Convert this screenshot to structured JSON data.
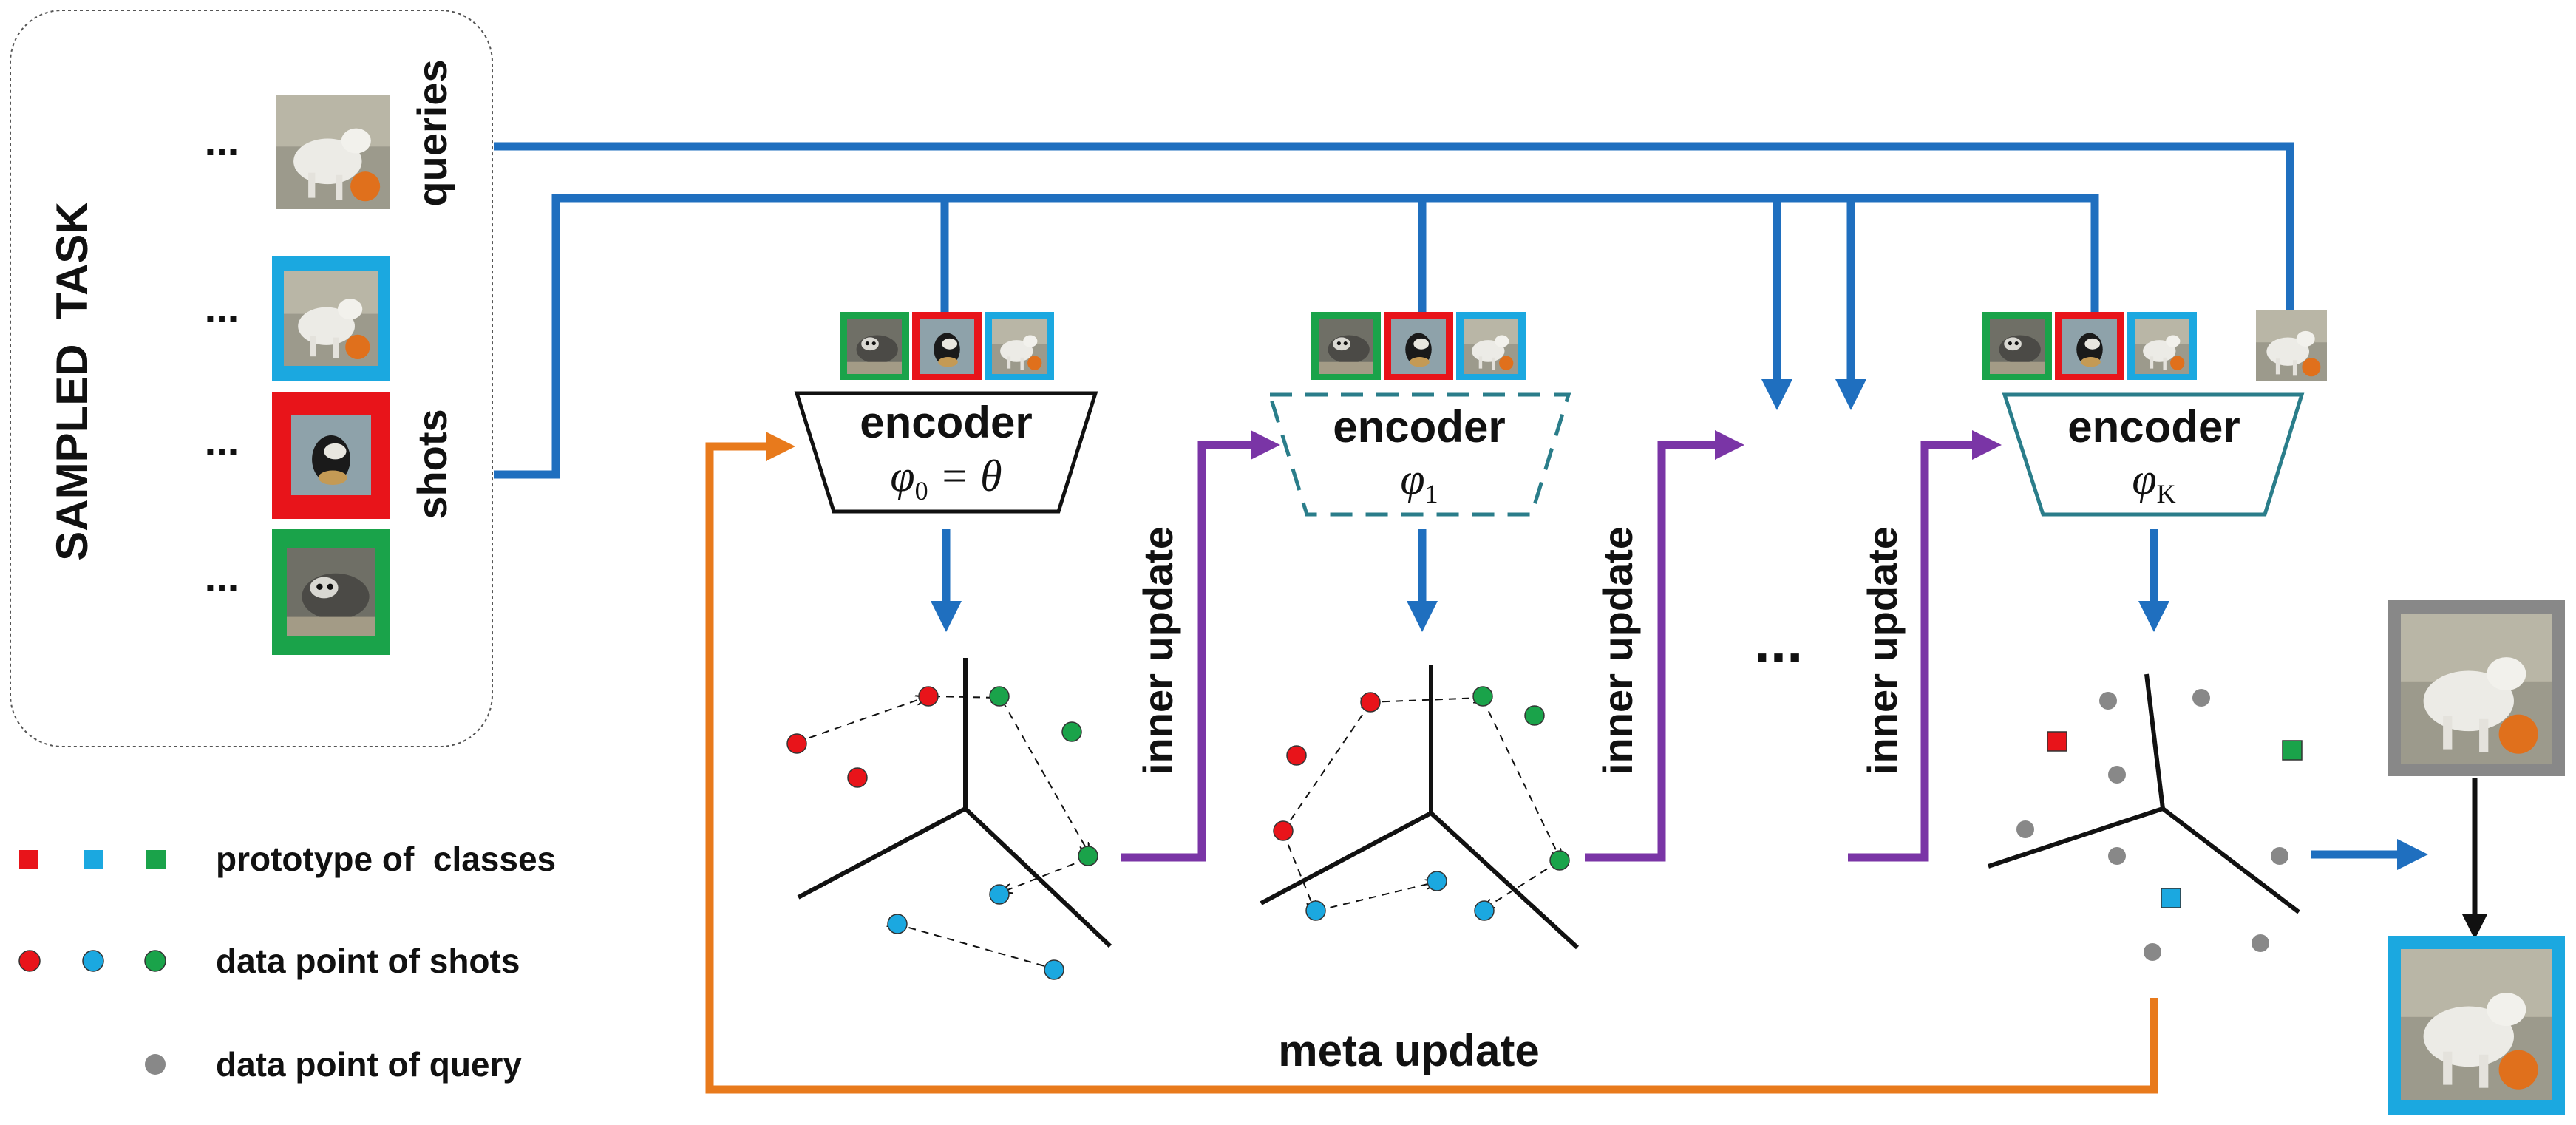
{
  "task": {
    "title": "SAMPLED  TASK",
    "queries_label": "queries",
    "shots_label": "shots",
    "ellipsis": "..."
  },
  "stages": [
    {
      "encoder_label": "encoder",
      "param_symbol": "φ",
      "param_sub": "0",
      "param_suffix": " = θ",
      "style": "solid"
    },
    {
      "encoder_label": "encoder",
      "param_symbol": "φ",
      "param_sub": "1",
      "param_suffix": "",
      "style": "dashed"
    },
    {
      "encoder_label": "encoder",
      "param_symbol": "φ",
      "param_sub": "K",
      "param_suffix": "",
      "style": "teal"
    }
  ],
  "inner_update_label": "inner update",
  "meta_update_label": "meta update",
  "middle_ellipsis": "...",
  "legend": [
    {
      "label": "prototype of  classes",
      "marker": "square",
      "colors": [
        "#e8141a",
        "#1ba8e0",
        "#1aa34a"
      ]
    },
    {
      "label": "data point of shots",
      "marker": "circle",
      "colors": [
        "#e8141a",
        "#1ba8e0",
        "#1aa34a"
      ]
    },
    {
      "label": "data point of query",
      "marker": "circle",
      "colors": [
        "#888888"
      ]
    }
  ],
  "colors": {
    "blue_arrow": "#1f6fbf",
    "purple_arrow": "#7a35a6",
    "orange_arrow": "#e87a1c",
    "red": "#e8141a",
    "blue": "#1ba8e0",
    "green": "#1aa34a",
    "gray": "#888888",
    "teal": "#2a7d8a"
  },
  "icons": {
    "image_thumbnails": "photo-thumbnail-icon"
  }
}
